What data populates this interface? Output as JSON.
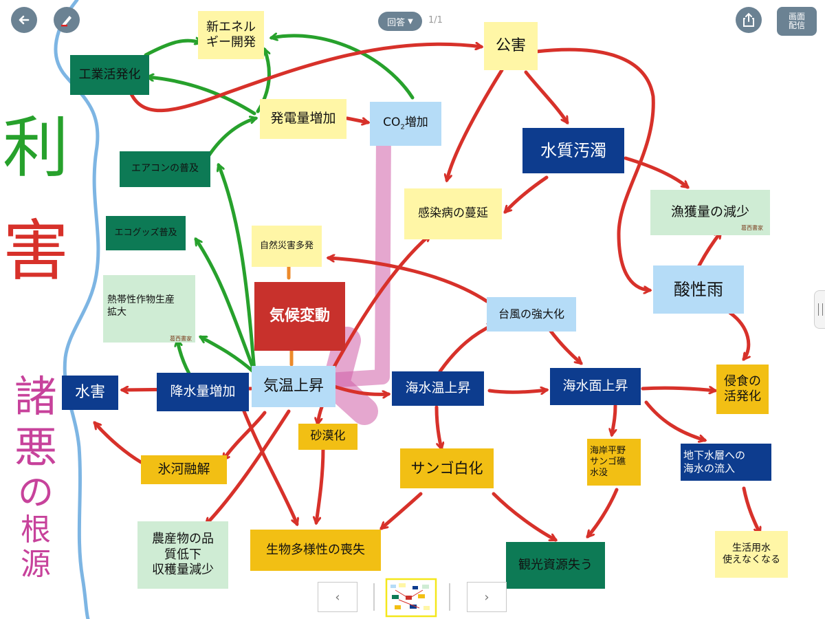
{
  "toolbar": {
    "answer_label": "回答",
    "page_counter": "1/1",
    "share_icon": "share-icon",
    "broadcast_label_1": "画面",
    "broadcast_label_2": "配信"
  },
  "handwriting": {
    "left_top_chars": [
      "利",
      "害"
    ],
    "left_bottom_chars": [
      "諸",
      "悪",
      "の",
      "根",
      "源"
    ],
    "stamp": "葛西書家"
  },
  "notes": {
    "new_energy_1": "新エネル",
    "new_energy_2": "ギー開発",
    "industry": "工業活発化",
    "power": "発電量増加",
    "co2_pre": "CO",
    "co2_sub": "2",
    "co2_post": "増加",
    "pollution": "公害",
    "water_pollution": "水質汚濁",
    "aircon": "エアコンの普及",
    "eco_goods": "エコグッズ普及",
    "infection": "感染病の蔓延",
    "fish": "漁獲量の減少",
    "disasters": "自然災害多発",
    "climate": "気候変動",
    "tropical_1": "熱帯性作物生産",
    "tropical_2": "拡大",
    "acid_rain": "酸性雨",
    "typhoon": "台風の強大化",
    "flood": "水害",
    "rain": "降水量増加",
    "temp": "気温上昇",
    "sea_temp": "海水温上昇",
    "sea_level": "海水面上昇",
    "erosion_1": "侵食の",
    "erosion_2": "活発化",
    "desert": "砂漠化",
    "glacier": "氷河融解",
    "coral": "サンゴ白化",
    "coast_1": "海岸平野",
    "coast_2": "サンゴ礁",
    "coast_3": "水没",
    "groundwater_1": "地下水層への",
    "groundwater_2": "海水の流入",
    "crops_1": "農産物の品",
    "crops_2": "質低下",
    "crops_3": "収穫量減少",
    "biodiversity": "生物多様性の喪失",
    "tourism": "観光資源失う",
    "domestic_1": "生活用水",
    "domestic_2": "使えなくなる"
  },
  "colors": {
    "red_arrow": "#d7312a",
    "green_arrow": "#27a12c",
    "pink_highlight": "#d05fa8",
    "river_line": "#7db5e3",
    "toolbar_button": "#6b8293",
    "thumbnail_border": "#f4e71b"
  }
}
